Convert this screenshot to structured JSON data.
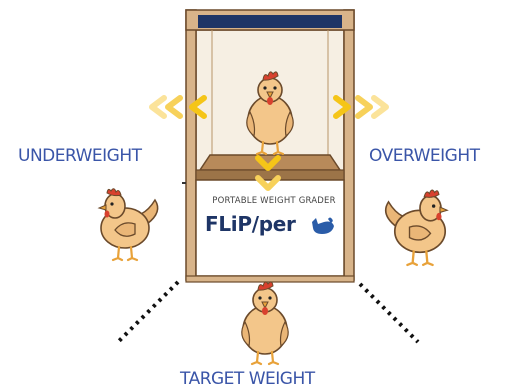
{
  "labels": {
    "underweight": "UNDERWEIGHT",
    "overweight": "OVERWEIGHT",
    "target": "TARGET WEIGHT"
  },
  "device": {
    "panel_caption": "PORTABLE WEIGHT GRADER",
    "brand": "FLiP/per",
    "brand_icon": "chicken-silhouette-icon"
  },
  "colors": {
    "label_blue": "#3a55a8",
    "arrow_yellow": "#f5c518",
    "wood": "#d8b48a",
    "wood_dark": "#8a6a44",
    "navy": "#1e3566",
    "hen_body": "#f3c68a",
    "comb_red": "#d8412e",
    "beak_orange": "#e8a23a"
  },
  "icons": [
    "arrow-left-chevrons-icon",
    "arrow-right-chevrons-icon",
    "arrow-down-chevrons-icon"
  ]
}
